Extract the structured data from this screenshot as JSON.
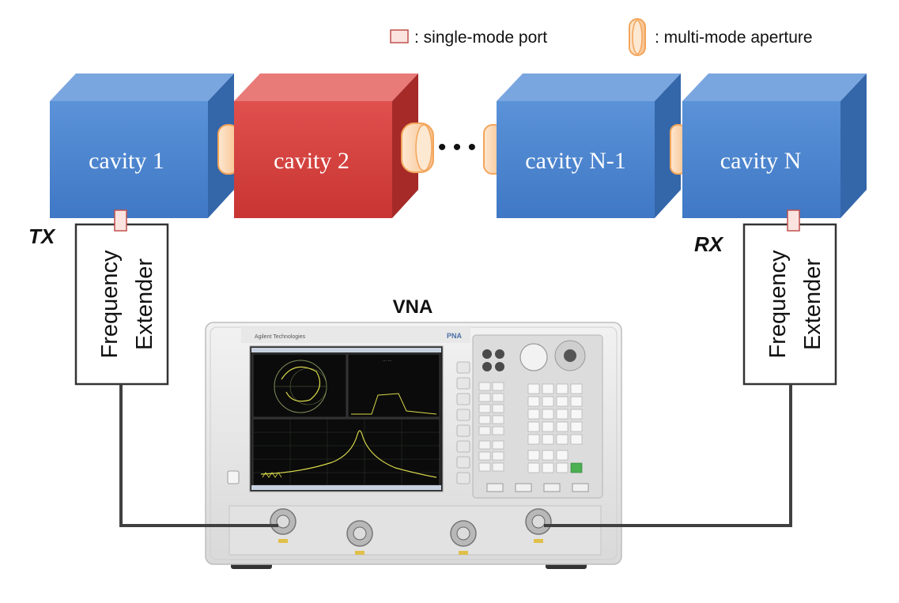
{
  "legend": {
    "port_label": ": single-mode port",
    "aperture_label": ": multi-mode aperture"
  },
  "cavities": [
    {
      "label": "cavity 1",
      "color": "blue"
    },
    {
      "label": "cavity 2",
      "color": "red"
    },
    {
      "label": "cavity N-1",
      "color": "blue"
    },
    {
      "label": "cavity N",
      "color": "blue"
    }
  ],
  "ellipsis": "• • •",
  "tx_label": "TX",
  "rx_label": "RX",
  "extender_left": {
    "line1": "Frequency",
    "line2": "Extender"
  },
  "extender_right": {
    "line1": "Frequency",
    "line2": "Extender"
  },
  "vna_label": "VNA",
  "instrument": {
    "brand": "Agilent Technologies",
    "series": "PNA"
  },
  "colors": {
    "blue_front": "#4f86cf",
    "blue_top": "#7aa6e0",
    "blue_side": "#3466aa",
    "red_front": "#d63c3a",
    "red_top": "#e87a78",
    "red_side": "#a52a28",
    "aperture": "#fbd5b0",
    "aperture_stroke": "#f3a55a",
    "port": "#fbe3df",
    "port_stroke": "#c0504d"
  }
}
